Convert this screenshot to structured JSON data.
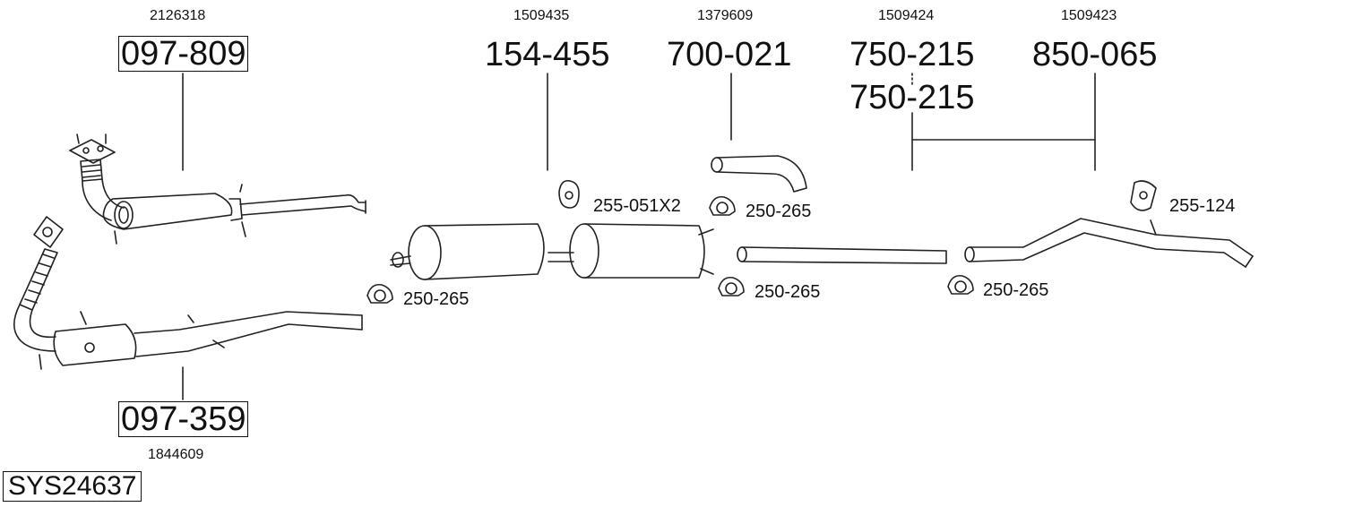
{
  "system_code": "SYS24637",
  "parts": [
    {
      "oe": "2126318",
      "part_no": "097-809"
    },
    {
      "oe": "1844609",
      "part_no": "097-359"
    },
    {
      "oe": "1509435",
      "part_no": "154-455"
    },
    {
      "oe": "1379609",
      "part_no": "700-021"
    },
    {
      "oe": "1509424",
      "part_no": "750-215",
      "part_no_2": "750-215"
    },
    {
      "oe": "1509423",
      "part_no": "850-065"
    }
  ],
  "accessories": [
    {
      "label": "255-051X2"
    },
    {
      "label": "250-265"
    },
    {
      "label": "250-265"
    },
    {
      "label": "250-265"
    },
    {
      "label": "250-265"
    },
    {
      "label": "255-124"
    }
  ]
}
